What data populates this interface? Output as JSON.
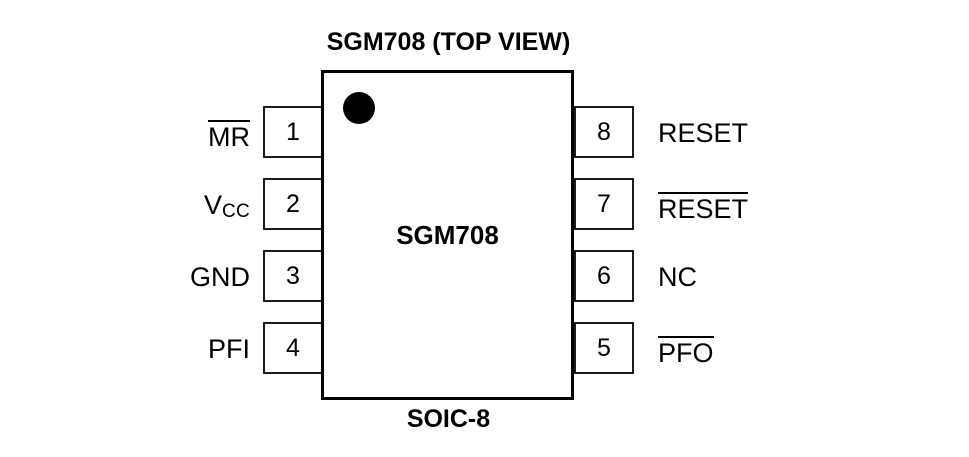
{
  "diagram": {
    "title": "SGM708 (TOP VIEW)",
    "package": "SOIC-8",
    "body_label": "SGM708",
    "pin1_marker": "pin1-dot",
    "colors": {
      "background": "#FFFFFF",
      "outline": "#000000",
      "pad_outline": "#1A1A1A",
      "text": "#000000"
    }
  },
  "pins": {
    "left": [
      {
        "number": "1",
        "name": "MR",
        "overline": true,
        "subscript": ""
      },
      {
        "number": "2",
        "name": "V",
        "overline": false,
        "subscript": "CC"
      },
      {
        "number": "3",
        "name": "GND",
        "overline": false,
        "subscript": ""
      },
      {
        "number": "4",
        "name": "PFI",
        "overline": false,
        "subscript": ""
      }
    ],
    "right": [
      {
        "number": "8",
        "name": "RESET",
        "overline": false,
        "subscript": ""
      },
      {
        "number": "7",
        "name": "RESET",
        "overline": true,
        "subscript": ""
      },
      {
        "number": "6",
        "name": "NC",
        "overline": false,
        "subscript": ""
      },
      {
        "number": "5",
        "name": "PFO",
        "overline": true,
        "subscript": ""
      }
    ]
  }
}
